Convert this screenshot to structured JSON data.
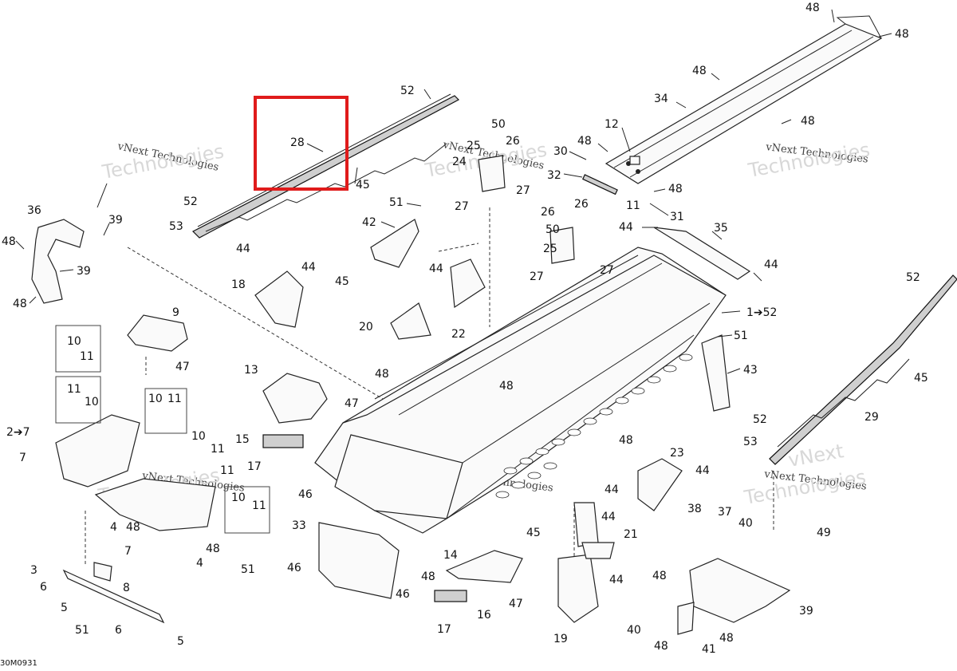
{
  "diagram_code": "30M0931",
  "watermark": {
    "line1": "vNext Technologies",
    "line2": "Technologies",
    "line3": "vNext"
  },
  "highlight_color": "#e01b1b",
  "callouts": [
    "48",
    "48",
    "48",
    "34",
    "48",
    "12",
    "48",
    "30",
    "32",
    "11",
    "48",
    "31",
    "52",
    "28",
    "45",
    "50",
    "26",
    "25",
    "24",
    "27",
    "27",
    "26",
    "26",
    "50",
    "25",
    "27",
    "27",
    "52",
    "53",
    "36",
    "39",
    "48",
    "39",
    "48",
    "51",
    "42",
    "44",
    "35",
    "44",
    "44",
    "18",
    "45",
    "44",
    "44",
    "22",
    "20",
    "1➔52",
    "51",
    "43",
    "9",
    "10",
    "11",
    "47",
    "11",
    "10",
    "10",
    "11",
    "13",
    "47",
    "48",
    "48",
    "2➔7",
    "7",
    "15",
    "17",
    "10",
    "11",
    "11",
    "4",
    "48",
    "7",
    "48",
    "4",
    "51",
    "10",
    "11",
    "52",
    "45",
    "29",
    "52",
    "53",
    "23",
    "44",
    "44",
    "48",
    "46",
    "33",
    "46",
    "46",
    "14",
    "48",
    "47",
    "16",
    "17",
    "45",
    "44",
    "21",
    "44",
    "19",
    "38",
    "37",
    "40",
    "49",
    "48",
    "39",
    "40",
    "48",
    "41",
    "48",
    "3",
    "6",
    "8",
    "5",
    "51",
    "6",
    "5"
  ]
}
